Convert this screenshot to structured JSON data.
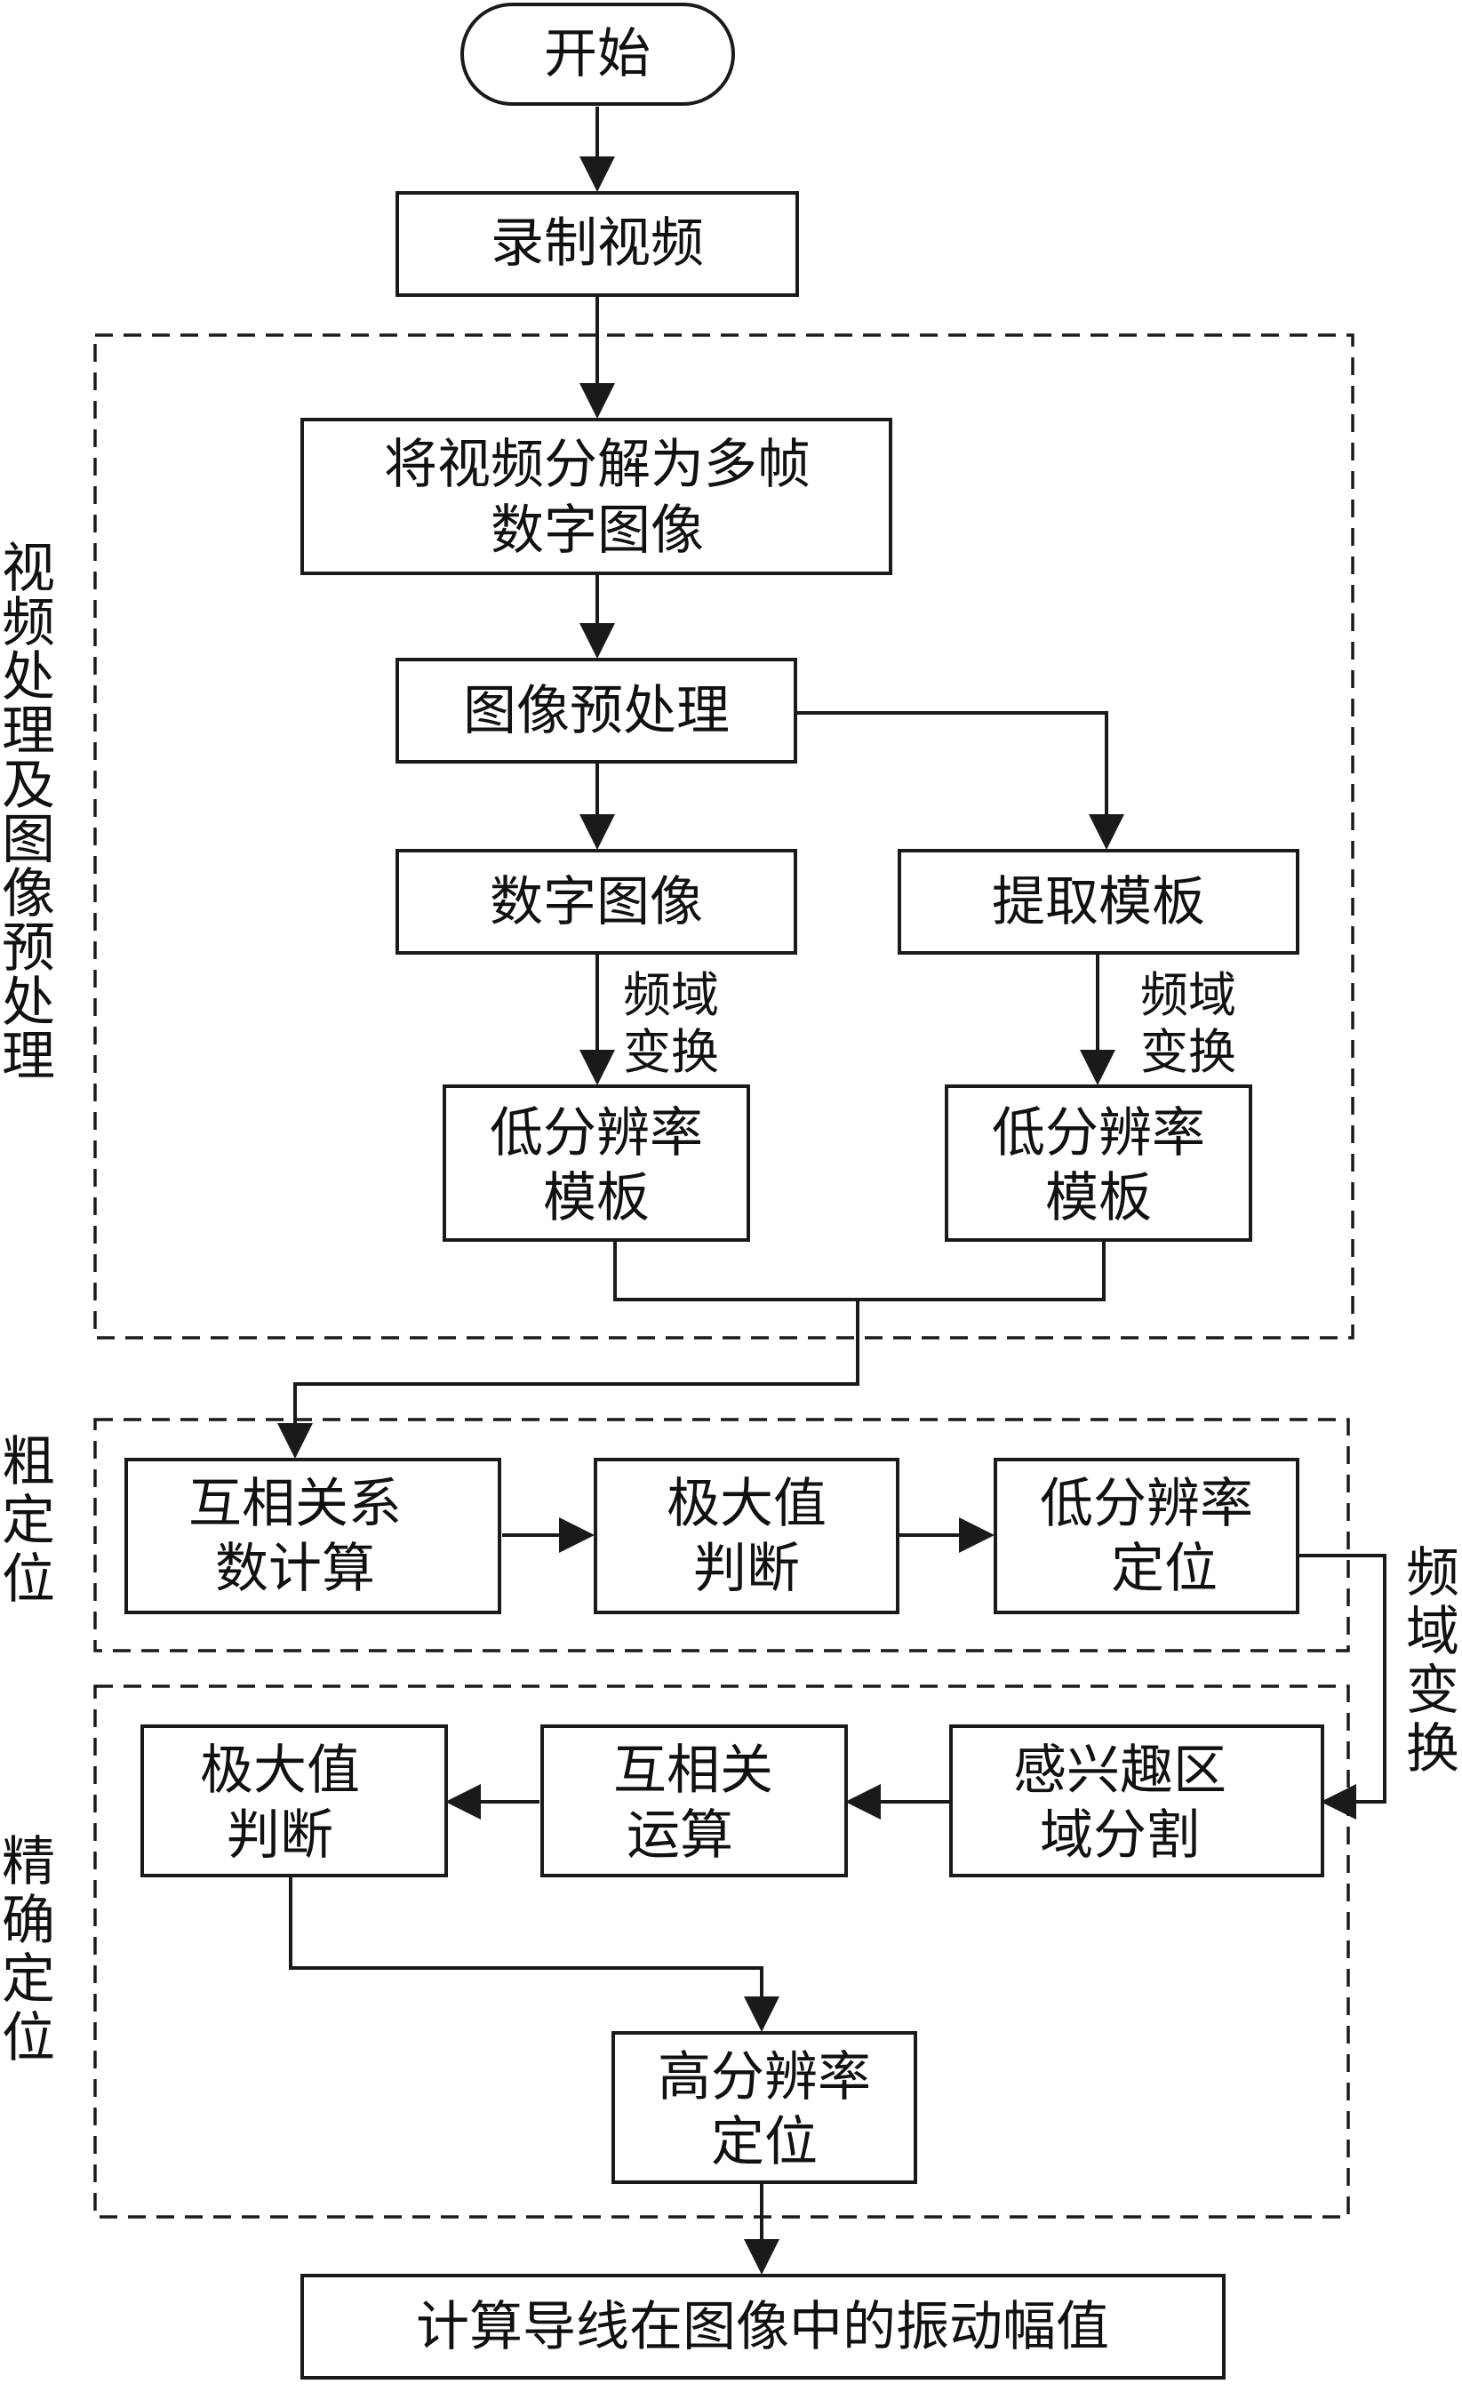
{
  "diagram": {
    "nodes": {
      "start": "开始",
      "record": "录制视频",
      "decompose_1": "将视频分解为多帧",
      "decompose_2": "数字图像",
      "preprocess": "图像预处理",
      "digital_image": "数字图像",
      "extract_template": "提取模板",
      "lowres_left_1": "低分辨率",
      "lowres_left_2": "模板",
      "lowres_right_1": "低分辨率",
      "lowres_right_2": "模板",
      "cross_corr_1": "互相关系",
      "cross_corr_2": "数计算",
      "max_judge_top_1": "极大值",
      "max_judge_top_2": "判断",
      "lowres_locate_1": "低分辨率",
      "lowres_locate_2": "定位",
      "roi_1": "感兴趣区",
      "roi_2": "域分割",
      "cross_op_1": "互相关",
      "cross_op_2": "运算",
      "max_judge_bot_1": "极大值",
      "max_judge_bot_2": "判断",
      "hires_locate_1": "高分辨率",
      "hires_locate_2": "定位",
      "result": "计算导线在图像中的振动幅值"
    },
    "edge_labels": {
      "fd_left_1": "频域",
      "fd_left_2": "变换",
      "fd_right_1": "频域",
      "fd_right_2": "变换",
      "fd_side": [
        "频",
        "域",
        "变",
        "换"
      ]
    },
    "groups": {
      "video_processing": [
        "视",
        "频",
        "处",
        "理",
        "及",
        "图",
        "像",
        "预",
        "处",
        "理"
      ],
      "coarse": [
        "粗",
        "定",
        "位"
      ],
      "fine": [
        "精",
        "确",
        "定",
        "位"
      ]
    }
  }
}
